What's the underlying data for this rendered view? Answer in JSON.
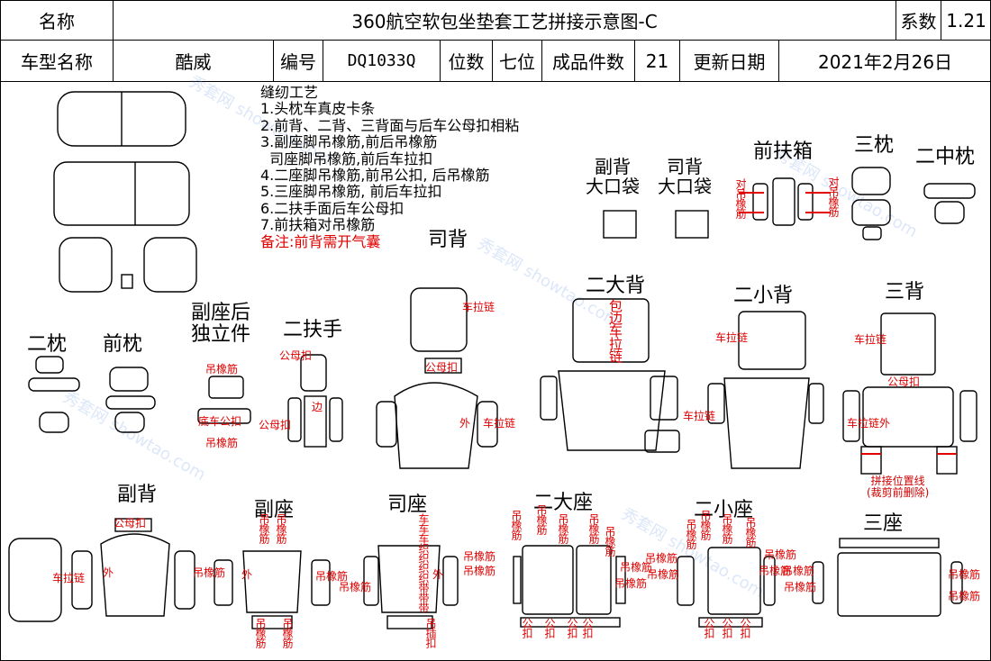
{
  "header": {
    "name_label": "名称",
    "title": "360航空软包坐垫套工艺拼接示意图-C",
    "coef_label": "系数",
    "coef_value": "1.21",
    "model_label": "车型名称",
    "model_value": "酷威",
    "code_label": "编号",
    "code_value": "DQ1033Q",
    "seats_label": "位数",
    "seats_value": "七位",
    "pieces_label": "成品件数",
    "pieces_value": "21",
    "update_label": "更新日期",
    "update_value": "2021年2月26日"
  },
  "notes": {
    "title": "缝纫工艺",
    "items": [
      "1.头枕车真皮卡条",
      "2.前背、二背、三背面与后车公母扣相粘",
      "3.副座脚吊橡筋,前后吊橡筋",
      "  司座脚吊橡筋,前后车拉扣",
      "4.二座脚吊橡筋,前吊公扣, 后吊橡筋",
      "5.三座脚吊橡筋, 前后车拉扣",
      "6.二扶手面后车公母扣",
      "7.前扶箱对吊橡筋"
    ],
    "remark": "备注:前背需开气囊"
  },
  "parts": {
    "fu_bei_bag": "副背\n大口袋",
    "si_bei_bag": "司背\n大口袋",
    "front_armbox": "前扶箱",
    "san_zhen": "三枕",
    "er_zhong_zhen": "二中枕",
    "si_bei": "司背",
    "er_da_bei": "二大背",
    "er_xiao_bei": "二小背",
    "san_bei": "三背",
    "er_zhen": "二枕",
    "qian_zhen": "前枕",
    "fu_zuo_hou": "副座后\n独立件",
    "er_fu_shou": "二扶手",
    "fu_bei": "副背",
    "fu_zuo": "副座",
    "si_zuo": "司座",
    "er_da_zuo": "二大座",
    "er_xiao_zuo": "二小座",
    "san_zuo": "三座"
  },
  "annotations": {
    "dui_diao_xiang_jin": "对吊橡筋",
    "che_la_lian": "车拉链",
    "diao_xiang_jin": "吊橡筋",
    "gong_mu_kou": "公母扣",
    "di_ban_gong_kou": "底车公扣",
    "bao_bian_che_la_lian": "包边车拉链",
    "wai": "外",
    "bian": "边",
    "splice_line": "拼接位置线\n(裁剪前删除)",
    "che_zhi_zhi": "车车车织织织织带带带",
    "gong_kou": "公扣",
    "diao_cha_kou": "吊插扣"
  },
  "watermark": "秀套网 showtao.com"
}
